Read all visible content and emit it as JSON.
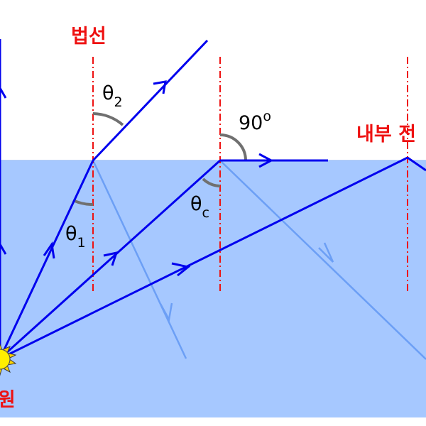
{
  "labels": {
    "normal": "법선",
    "total_internal_reflection": "내부 전",
    "light_source": "광원",
    "right_angle": "90",
    "degree_symbol": "o"
  },
  "angles": {
    "theta": "θ",
    "sub_1": "1",
    "sub_2": "2",
    "sub_c": "c"
  },
  "colors": {
    "water": "#a6c8ff",
    "incident_ray": "#0000ee",
    "reflected_ray": "#6c9ff5",
    "normal_line": "#ee1111",
    "angle_arc": "#707070",
    "sun_core": "#ffee00",
    "sun_rays": "#ffd400"
  }
}
